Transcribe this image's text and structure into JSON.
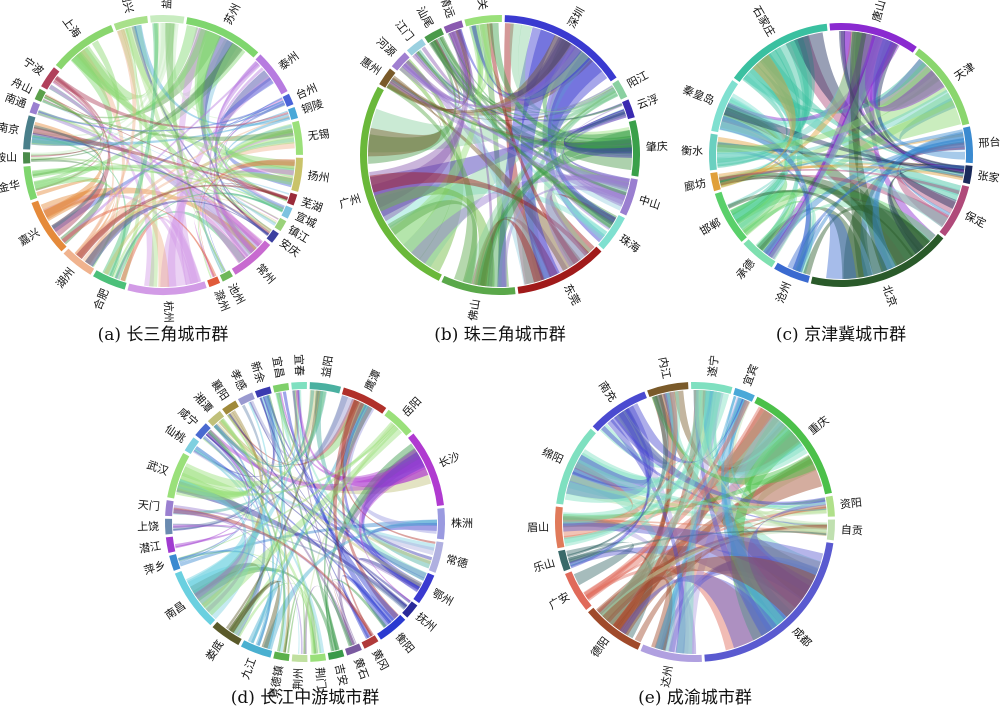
{
  "chart_data": [
    {
      "type": "chord",
      "caption": "(a) 长三角城市群",
      "nodes": [
        {
          "name": "苏州",
          "color": "#7fd66e"
        },
        {
          "name": "泰州",
          "color": "#b77be0"
        },
        {
          "name": "台州",
          "color": "#4a63d8"
        },
        {
          "name": "铜陵",
          "color": "#4aa8d8"
        },
        {
          "name": "无锡",
          "color": "#9be07a"
        },
        {
          "name": "扬州",
          "color": "#c9c36a"
        },
        {
          "name": "芜湖",
          "color": "#9a2b3a"
        },
        {
          "name": "宣城",
          "color": "#7ec3e0"
        },
        {
          "name": "镇江",
          "color": "#9ad27a"
        },
        {
          "name": "安庆",
          "color": "#3b3fa0"
        },
        {
          "name": "常州",
          "color": "#c86ad0"
        },
        {
          "name": "池州",
          "color": "#6db85a"
        },
        {
          "name": "滁州",
          "color": "#e05a3a"
        },
        {
          "name": "杭州",
          "color": "#d29be6"
        },
        {
          "name": "合肥",
          "color": "#4cc07a"
        },
        {
          "name": "湖州",
          "color": "#f0b38e"
        },
        {
          "name": "嘉兴",
          "color": "#e58a3a"
        },
        {
          "name": "金华",
          "color": "#7fd66e"
        },
        {
          "name": "马鞍山",
          "color": "#4a8a4a"
        },
        {
          "name": "南京",
          "color": "#4a7f8a"
        },
        {
          "name": "南通",
          "color": "#9a7fd0"
        },
        {
          "name": "舟山",
          "color": "#5aa04a"
        },
        {
          "name": "宁波",
          "color": "#b0405a"
        },
        {
          "name": "上海",
          "color": "#8ad66e"
        },
        {
          "name": "绍兴",
          "color": "#a8e08a"
        },
        {
          "name": "盐城",
          "color": "#c8ecc0"
        }
      ]
    },
    {
      "type": "chord",
      "caption": "(b) 珠三角城市群",
      "nodes": [
        {
          "name": "深圳",
          "color": "#3a3ad0"
        },
        {
          "name": "阳江",
          "color": "#8ad0a0"
        },
        {
          "name": "云浮",
          "color": "#3a2ab0"
        },
        {
          "name": "肇庆",
          "color": "#3aa04a"
        },
        {
          "name": "中山",
          "color": "#9a7fd0"
        },
        {
          "name": "珠海",
          "color": "#7fe0d0"
        },
        {
          "name": "东莞",
          "color": "#a01a1a"
        },
        {
          "name": "佛山",
          "color": "#5aa84a"
        },
        {
          "name": "广州",
          "color": "#6ab83a"
        },
        {
          "name": "惠州",
          "color": "#7a5a2a"
        },
        {
          "name": "河源",
          "color": "#a07fd0"
        },
        {
          "name": "江门",
          "color": "#9ad0e0"
        },
        {
          "name": "汕尾",
          "color": "#4a9a4a"
        },
        {
          "name": "清远",
          "color": "#8a5ab0"
        },
        {
          "name": "韶关",
          "color": "#9ae07a"
        }
      ]
    },
    {
      "type": "chord",
      "caption": "(c) 京津冀城市群",
      "nodes": [
        {
          "name": "唐山",
          "color": "#8a2ad0"
        },
        {
          "name": "天津",
          "color": "#8ad66e"
        },
        {
          "name": "邢台",
          "color": "#3a8ad0"
        },
        {
          "name": "张家口",
          "color": "#1a2a5a"
        },
        {
          "name": "保定",
          "color": "#b04a7a"
        },
        {
          "name": "北京",
          "color": "#2a5a2a"
        },
        {
          "name": "沧州",
          "color": "#3a6ad0"
        },
        {
          "name": "承德",
          "color": "#7fe0b0"
        },
        {
          "name": "邯郸",
          "color": "#5ad06a"
        },
        {
          "name": "廊坊",
          "color": "#e0a03a"
        },
        {
          "name": "衡水",
          "color": "#6ad0c0"
        },
        {
          "name": "秦皇岛",
          "color": "#7fe0d0"
        },
        {
          "name": "石家庄",
          "color": "#3ac0a0"
        }
      ]
    },
    {
      "type": "chord",
      "caption": "(d) 长江中游城市群",
      "nodes": [
        {
          "name": "益阳",
          "color": "#4ab0a0"
        },
        {
          "name": "鹰潭",
          "color": "#b0302a"
        },
        {
          "name": "岳阳",
          "color": "#9ae07a"
        },
        {
          "name": "长沙",
          "color": "#b03ad0"
        },
        {
          "name": "株洲",
          "color": "#9a9ae0"
        },
        {
          "name": "常德",
          "color": "#b0b0e0"
        },
        {
          "name": "鄂州",
          "color": "#3a3ad0"
        },
        {
          "name": "抚州",
          "color": "#2a2a9a"
        },
        {
          "name": "衡阳",
          "color": "#2a3ad0"
        },
        {
          "name": "黄冈",
          "color": "#b03a3a"
        },
        {
          "name": "黄石",
          "color": "#7a5aa0"
        },
        {
          "name": "吉安",
          "color": "#3a9a4a"
        },
        {
          "name": "荆门",
          "color": "#9ae07a"
        },
        {
          "name": "荆州",
          "color": "#c0e0a0"
        },
        {
          "name": "景德镇",
          "color": "#5ab04a"
        },
        {
          "name": "九江",
          "color": "#4ab0d0"
        },
        {
          "name": "娄底",
          "color": "#5a5a2a"
        },
        {
          "name": "南昌",
          "color": "#6ad0e0"
        },
        {
          "name": "萍乡",
          "color": "#3a8ad0"
        },
        {
          "name": "潜江",
          "color": "#a03ad0"
        },
        {
          "name": "上饶",
          "color": "#6a8ab0"
        },
        {
          "name": "天门",
          "color": "#9a7fd0"
        },
        {
          "name": "武汉",
          "color": "#9ae07a"
        },
        {
          "name": "仙桃",
          "color": "#7fd0e0"
        },
        {
          "name": "咸宁",
          "color": "#4a6ad0"
        },
        {
          "name": "湘潭",
          "color": "#c0c07a"
        },
        {
          "name": "襄阳",
          "color": "#a08a3a"
        },
        {
          "name": "孝感",
          "color": "#9a9ad0"
        },
        {
          "name": "新余",
          "color": "#3a3ab0"
        },
        {
          "name": "宜昌",
          "color": "#7fd06a"
        },
        {
          "name": "宜春",
          "color": "#7fe0c0"
        }
      ]
    },
    {
      "type": "chord",
      "caption": "(e) 成渝城市群",
      "nodes": [
        {
          "name": "内江",
          "color": "#7a5a2a"
        },
        {
          "name": "遂宁",
          "color": "#7fe0c0"
        },
        {
          "name": "宜宾",
          "color": "#4aa8d8"
        },
        {
          "name": "重庆",
          "color": "#4cc04a"
        },
        {
          "name": "资阳",
          "color": "#b0e08a"
        },
        {
          "name": "自贡",
          "color": "#c0e0b0"
        },
        {
          "name": "成都",
          "color": "#5a5ad0"
        },
        {
          "name": "达州",
          "color": "#b0a0e0"
        },
        {
          "name": "德阳",
          "color": "#a04a2a"
        },
        {
          "name": "广安",
          "color": "#e06a5a"
        },
        {
          "name": "乐山",
          "color": "#3a6a6a"
        },
        {
          "name": "眉山",
          "color": "#e07a5a"
        },
        {
          "name": "绵阳",
          "color": "#7fe0c0"
        },
        {
          "name": "南充",
          "color": "#4a4ad0"
        }
      ]
    }
  ]
}
